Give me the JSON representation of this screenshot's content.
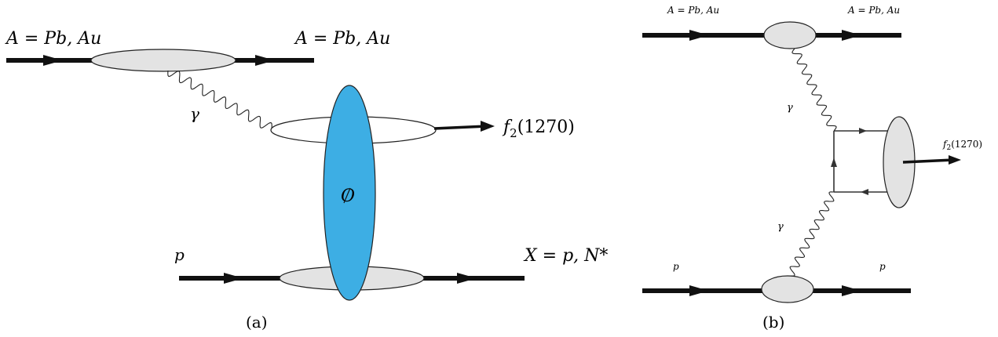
{
  "panel_a": {
    "caption": "(a)",
    "beam_in_label": "A = Pb, Au",
    "beam_out_label": "A = Pb, Au",
    "photon_label": "γ",
    "meson_label": "f",
    "meson_sub": "2",
    "meson_mass": "(1270)",
    "odderon_label": "O",
    "proton_label": "p",
    "final_label": "X = p, N*",
    "odderon_color": "#3daee4"
  },
  "panel_b": {
    "caption": "(b)",
    "beam_in_label": "A = Pb, Au",
    "beam_out_label": "A = Pb, Au",
    "photon_top_label": "γ",
    "photon_bottom_label": "γ",
    "meson_label": "f",
    "meson_sub": "2",
    "meson_mass": "(1270)",
    "proton_in_label": "p",
    "proton_out_label": "p"
  }
}
